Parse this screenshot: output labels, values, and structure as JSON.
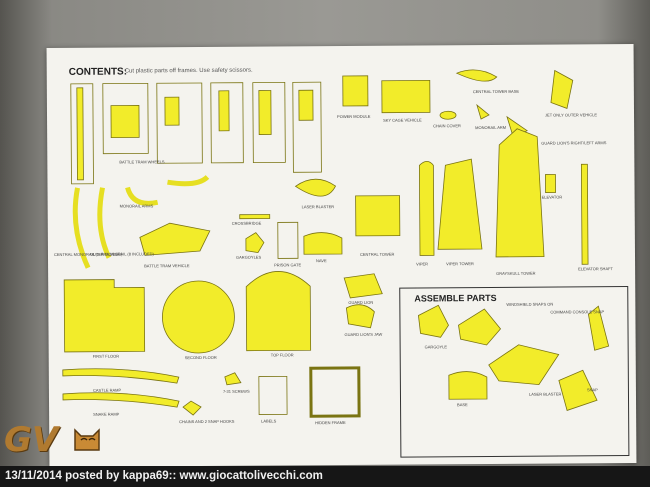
{
  "sheet": {
    "title": "CONTENTS:",
    "subtitle": "Cut plastic parts off frames. Use safety scissors.",
    "assemble_title": "ASSEMBLE PARTS"
  },
  "labels": {
    "power_module": "POWER MODULE",
    "sky_cage": "SKY CAGE VEHICLE",
    "chain_cover": "CHAIN COVER",
    "central_tower_base": "CENTRAL TOWER BASE",
    "monorail_arm": "MONORAIL ARM",
    "jet_only_outer": "JET ONLY OUTER VEHICLE",
    "guard_lion_right": "GUARD LION'S RIGHT/LEFT ARMS",
    "battle_tram_wheels": "BATTLE TRAM WHEELS",
    "monorail_arms": "MONORAIL ARMS",
    "central_monorail": "CENTRAL MONORAIL (3 INCLUDED)",
    "outer_monorail": "OUTER MONORAIL (8 INCLUDED)",
    "battle_tram_vehicle": "BATTLE TRAM VEHICLE",
    "crossbridge": "CROSSBRIDGE",
    "gargoyles": "GARGOYLES",
    "laser_blaster": "LASER BLASTER",
    "prison_gate": "PRISON GATE",
    "nave": "NAVE",
    "central_tower": "CENTRAL TOWER",
    "viper": "VIPER",
    "viper_tower": "VIPER TOWER",
    "grayskull_tower": "GRAYSKULL TOWER",
    "elevator": "ELEVATOR",
    "elevator_shaft": "ELEVATOR SHAFT",
    "first_floor": "FIRST FLOOR",
    "second_floor": "SECOND FLOOR",
    "top_floor": "TOP FLOOR",
    "guard_lion": "GUARD LION",
    "guard_lions_jaw": "GUARD LION'S JAW",
    "castle_ramp": "CASTLE RAMP",
    "snake_ramp": "SNAKE RAMP",
    "screws": "7-31 SCREWS",
    "chains": "CHAINS AND 2 SNAP HOOKS",
    "labels_item": "LABELS",
    "hidden_frame": "HIDDEN FRAME",
    "gargoyle_asm": "GARGOYLE",
    "windshield": "WINDSHIELD SNAPS ON",
    "command_console": "COMMAND CONSOLE SNAP",
    "laser_blaster_asm": "LASER BLASTER",
    "base": "BASE",
    "snap": "SNAP"
  },
  "caption": "13/11/2014 posted by kappa69:: www.giocattolivecchi.com",
  "logo": "GV",
  "colors": {
    "part_yellow": "#f2ec2a",
    "part_outline": "#7a7412",
    "paper": "#f4f3ee",
    "footer": "#161616"
  }
}
